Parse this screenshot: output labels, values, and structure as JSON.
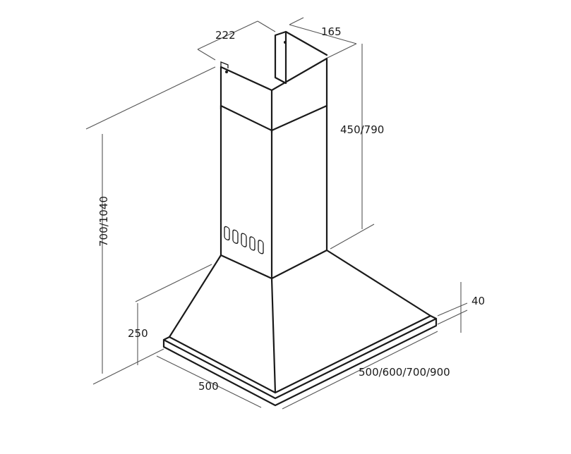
{
  "diagram": {
    "dimensions": {
      "chimney_width": "222",
      "chimney_depth": "165",
      "chimney_height": "450/790",
      "total_height": "700/1040",
      "canopy_height": "250",
      "rim_thickness": "40",
      "depth": "500",
      "width_options": "500/600/700/900"
    },
    "colors": {
      "line": "#1a1a1a",
      "dimension_line": "#555555",
      "background": "#ffffff"
    }
  }
}
